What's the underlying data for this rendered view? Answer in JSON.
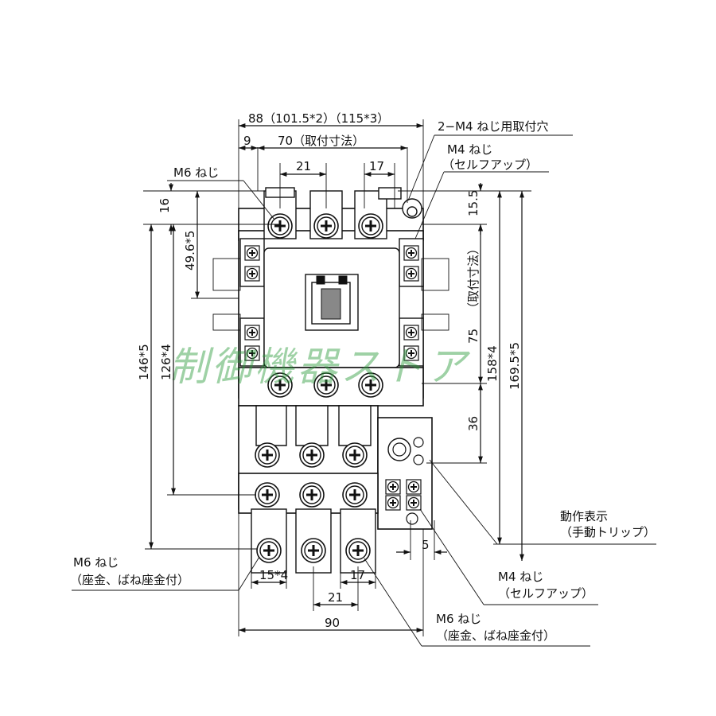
{
  "watermark": "制御機器ストア",
  "top_dims": {
    "overall": "88（101.5*2）（115*3）",
    "nine": "9",
    "mount": "70（取付寸法）",
    "pitch_left": "21",
    "pitch_right": "17"
  },
  "callouts": {
    "mount_holes": "2−M4 ねじ用取付穴",
    "m4_top_line1": "M4 ねじ",
    "m4_top_line2": "（セルフアップ）",
    "m6_top": "M6 ねじ",
    "trip_line1": "動作表示",
    "trip_line2": "（手動トリップ）",
    "m4_bottom_line1": "M4 ねじ",
    "m4_bottom_line2": "（セルフアップ）",
    "m6_bl_line1": "M6 ねじ",
    "m6_bl_line2": "（座金、ばね座金付）",
    "m6_br_line1": "M6 ねじ",
    "m6_br_line2": "（座金、ばね座金付）"
  },
  "left_dims": {
    "d16": "16",
    "d49": "49.6*5",
    "d126": "126*4",
    "d146": "146*5"
  },
  "right_dims": {
    "d15_5": "15.5",
    "mount_vertical": "（取付寸法）",
    "d75": "75",
    "d36": "36",
    "d158": "158*4",
    "d169": "169.5*5"
  },
  "bottom_dims": {
    "d15_4": "15*4",
    "d17": "17",
    "d21": "21",
    "d90": "90",
    "d5": "5"
  }
}
